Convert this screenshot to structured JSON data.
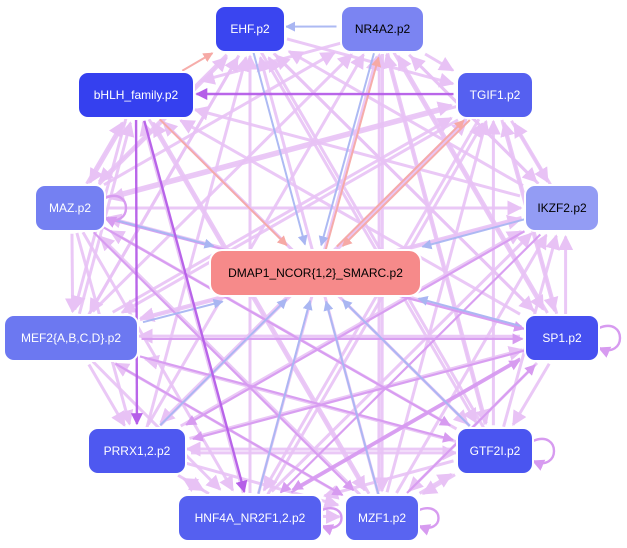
{
  "colors": {
    "edge_light_purple": "#e8c2f5",
    "edge_mid_purple": "#d79bf0",
    "edge_dark_purple": "#b55ee8",
    "edge_blue": "#a9b6f2",
    "edge_salmon": "#f6a9a5",
    "center_fill": "#f68a8a",
    "node_border": "#ffffff"
  },
  "center": {
    "id": "dmap1",
    "label": "DMAP1_NCOR{1,2}_SMARC.p2",
    "color": "#f68a8a"
  },
  "nodes": [
    {
      "id": "ehf",
      "label": "EHF.p2",
      "color": "#3a45f0"
    },
    {
      "id": "nr4a2",
      "label": "NR4A2.p2",
      "color": "#7b84f2"
    },
    {
      "id": "bhlh",
      "label": "bHLH_family.p2",
      "color": "#3540ef"
    },
    {
      "id": "tgif1",
      "label": "TGIF1.p2",
      "color": "#5560f0"
    },
    {
      "id": "maz",
      "label": "MAZ.p2",
      "color": "#7480f2"
    },
    {
      "id": "ikzf2",
      "label": "IKZF2.p2",
      "color": "#939cf4"
    },
    {
      "id": "mef2",
      "label": "MEF2{A,B,C,D}.p2",
      "color": "#6c78f1"
    },
    {
      "id": "sp1",
      "label": "SP1.p2",
      "color": "#4650f0"
    },
    {
      "id": "prrx1",
      "label": "PRRX1,2.p2",
      "color": "#4e58f0"
    },
    {
      "id": "gtf2i",
      "label": "GTF2I.p2",
      "color": "#4a55f0"
    },
    {
      "id": "hnf4a",
      "label": "HNF4A_NR2F1,2.p2",
      "color": "#5560f0"
    },
    {
      "id": "mzf1",
      "label": "MZF1.p2",
      "color": "#5964f1"
    }
  ],
  "edges": [
    {
      "from": "ehf",
      "to": "dmap1",
      "color": "blue"
    },
    {
      "from": "nr4a2",
      "to": "dmap1",
      "color": "blue"
    },
    {
      "from": "bhlh",
      "to": "dmap1",
      "color": "salmon"
    },
    {
      "from": "tgif1",
      "to": "dmap1",
      "color": "salmon"
    },
    {
      "from": "maz",
      "to": "dmap1",
      "color": "blue"
    },
    {
      "from": "ikzf2",
      "to": "dmap1",
      "color": "blue"
    },
    {
      "from": "mef2",
      "to": "dmap1",
      "color": "blue"
    },
    {
      "from": "sp1",
      "to": "dmap1",
      "color": "blue"
    },
    {
      "from": "prrx1",
      "to": "dmap1",
      "color": "blue"
    },
    {
      "from": "gtf2i",
      "to": "dmap1",
      "color": "blue"
    },
    {
      "from": "hnf4a",
      "to": "dmap1",
      "color": "blue"
    },
    {
      "from": "mzf1",
      "to": "dmap1",
      "color": "blue"
    },
    {
      "from": "bhlh",
      "to": "ehf",
      "color": "salmon"
    },
    {
      "from": "nr4a2",
      "to": "ehf",
      "color": "blue"
    },
    {
      "from": "dmap1",
      "to": "nr4a2",
      "color": "salmon"
    },
    {
      "from": "dmap1",
      "to": "tgif1",
      "color": "salmon"
    },
    {
      "from": "tgif1",
      "to": "bhlh",
      "color": "dark"
    },
    {
      "from": "bhlh",
      "to": "prrx1",
      "color": "dark"
    },
    {
      "from": "bhlh",
      "to": "hnf4a",
      "color": "dark"
    },
    {
      "from": "mef2",
      "to": "sp1",
      "color": "mid"
    },
    {
      "from": "sp1",
      "to": "mef2",
      "color": "light"
    },
    {
      "from": "maz",
      "to": "sp1",
      "color": "mid"
    },
    {
      "from": "maz",
      "to": "gtf2i",
      "color": "mid"
    },
    {
      "from": "maz",
      "to": "mzf1",
      "color": "mid"
    },
    {
      "from": "maz",
      "to": "hnf4a",
      "color": "light"
    },
    {
      "from": "maz",
      "to": "prrx1",
      "color": "light"
    },
    {
      "from": "maz",
      "to": "mef2",
      "color": "light"
    },
    {
      "from": "maz",
      "to": "ehf",
      "color": "light"
    },
    {
      "from": "maz",
      "to": "nr4a2",
      "color": "light"
    },
    {
      "from": "maz",
      "to": "tgif1",
      "color": "light"
    },
    {
      "from": "maz",
      "to": "ikzf2",
      "color": "light"
    },
    {
      "from": "maz",
      "to": "bhlh",
      "color": "light"
    },
    {
      "from": "mef2",
      "to": "ehf",
      "color": "light"
    },
    {
      "from": "mef2",
      "to": "nr4a2",
      "color": "light"
    },
    {
      "from": "mef2",
      "to": "tgif1",
      "color": "light"
    },
    {
      "from": "mef2",
      "to": "ikzf2",
      "color": "light"
    },
    {
      "from": "mef2",
      "to": "bhlh",
      "color": "light"
    },
    {
      "from": "mef2",
      "to": "prrx1",
      "color": "light"
    },
    {
      "from": "mef2",
      "to": "gtf2i",
      "color": "mid"
    },
    {
      "from": "mef2",
      "to": "mzf1",
      "color": "mid"
    },
    {
      "from": "mef2",
      "to": "hnf4a",
      "color": "light"
    },
    {
      "from": "sp1",
      "to": "ehf",
      "color": "light"
    },
    {
      "from": "sp1",
      "to": "nr4a2",
      "color": "light"
    },
    {
      "from": "sp1",
      "to": "tgif1",
      "color": "light"
    },
    {
      "from": "sp1",
      "to": "ikzf2",
      "color": "light"
    },
    {
      "from": "sp1",
      "to": "bhlh",
      "color": "light"
    },
    {
      "from": "sp1",
      "to": "maz",
      "color": "light"
    },
    {
      "from": "sp1",
      "to": "prrx1",
      "color": "mid"
    },
    {
      "from": "sp1",
      "to": "hnf4a",
      "color": "mid"
    },
    {
      "from": "sp1",
      "to": "mzf1",
      "color": "light"
    },
    {
      "from": "sp1",
      "to": "gtf2i",
      "color": "light"
    },
    {
      "from": "gtf2i",
      "to": "ehf",
      "color": "light"
    },
    {
      "from": "gtf2i",
      "to": "nr4a2",
      "color": "light"
    },
    {
      "from": "gtf2i",
      "to": "tgif1",
      "color": "light"
    },
    {
      "from": "gtf2i",
      "to": "bhlh",
      "color": "light"
    },
    {
      "from": "gtf2i",
      "to": "maz",
      "color": "light"
    },
    {
      "from": "gtf2i",
      "to": "mef2",
      "color": "light"
    },
    {
      "from": "gtf2i",
      "to": "prrx1",
      "color": "light"
    },
    {
      "from": "gtf2i",
      "to": "hnf4a",
      "color": "light"
    },
    {
      "from": "gtf2i",
      "to": "mzf1",
      "color": "light"
    },
    {
      "from": "gtf2i",
      "to": "ikzf2",
      "color": "light"
    },
    {
      "from": "prrx1",
      "to": "ehf",
      "color": "light"
    },
    {
      "from": "prrx1",
      "to": "nr4a2",
      "color": "light"
    },
    {
      "from": "prrx1",
      "to": "tgif1",
      "color": "light"
    },
    {
      "from": "prrx1",
      "to": "ikzf2",
      "color": "light"
    },
    {
      "from": "prrx1",
      "to": "sp1",
      "color": "light"
    },
    {
      "from": "prrx1",
      "to": "gtf2i",
      "color": "light"
    },
    {
      "from": "prrx1",
      "to": "mzf1",
      "color": "light"
    },
    {
      "from": "prrx1",
      "to": "hnf4a",
      "color": "light"
    },
    {
      "from": "hnf4a",
      "to": "ehf",
      "color": "light"
    },
    {
      "from": "hnf4a",
      "to": "nr4a2",
      "color": "light"
    },
    {
      "from": "hnf4a",
      "to": "tgif1",
      "color": "light"
    },
    {
      "from": "hnf4a",
      "to": "ikzf2",
      "color": "light"
    },
    {
      "from": "hnf4a",
      "to": "sp1",
      "color": "mid"
    },
    {
      "from": "hnf4a",
      "to": "mzf1",
      "color": "light"
    },
    {
      "from": "hnf4a",
      "to": "bhlh",
      "color": "light"
    },
    {
      "from": "hnf4a",
      "to": "prrx1",
      "color": "light"
    },
    {
      "from": "mzf1",
      "to": "ehf",
      "color": "light"
    },
    {
      "from": "mzf1",
      "to": "nr4a2",
      "color": "light"
    },
    {
      "from": "mzf1",
      "to": "tgif1",
      "color": "light"
    },
    {
      "from": "mzf1",
      "to": "ikzf2",
      "color": "light"
    },
    {
      "from": "mzf1",
      "to": "sp1",
      "color": "mid"
    },
    {
      "from": "mzf1",
      "to": "bhlh",
      "color": "light"
    },
    {
      "from": "mzf1",
      "to": "maz",
      "color": "light"
    },
    {
      "from": "mzf1",
      "to": "mef2",
      "color": "light"
    },
    {
      "from": "mzf1",
      "to": "gtf2i",
      "color": "light"
    },
    {
      "from": "ikzf2",
      "to": "ehf",
      "color": "light"
    },
    {
      "from": "ikzf2",
      "to": "nr4a2",
      "color": "light"
    },
    {
      "from": "ikzf2",
      "to": "tgif1",
      "color": "light"
    },
    {
      "from": "ikzf2",
      "to": "bhlh",
      "color": "light"
    },
    {
      "from": "ikzf2",
      "to": "mef2",
      "color": "light"
    },
    {
      "from": "ikzf2",
      "to": "prrx1",
      "color": "mid"
    },
    {
      "from": "ikzf2",
      "to": "hnf4a",
      "color": "mid"
    },
    {
      "from": "ehf",
      "to": "tgif1",
      "color": "light"
    },
    {
      "from": "ehf",
      "to": "maz",
      "color": "light"
    },
    {
      "from": "ehf",
      "to": "mef2",
      "color": "light"
    },
    {
      "from": "ehf",
      "to": "gtf2i",
      "color": "light"
    },
    {
      "from": "ehf",
      "to": "sp1",
      "color": "light"
    },
    {
      "from": "nr4a2",
      "to": "tgif1",
      "color": "light"
    },
    {
      "from": "nr4a2",
      "to": "ikzf2",
      "color": "light"
    },
    {
      "from": "nr4a2",
      "to": "bhlh",
      "color": "light"
    },
    {
      "from": "nr4a2",
      "to": "sp1",
      "color": "light"
    },
    {
      "from": "nr4a2",
      "to": "gtf2i",
      "color": "light"
    },
    {
      "from": "nr4a2",
      "to": "mzf1",
      "color": "light"
    },
    {
      "from": "tgif1",
      "to": "maz",
      "color": "light"
    },
    {
      "from": "tgif1",
      "to": "mef2",
      "color": "light"
    },
    {
      "from": "tgif1",
      "to": "prrx1",
      "color": "light"
    },
    {
      "from": "tgif1",
      "to": "hnf4a",
      "color": "light"
    },
    {
      "from": "tgif1",
      "to": "sp1",
      "color": "light"
    },
    {
      "from": "tgif1",
      "to": "ikzf2",
      "color": "light"
    },
    {
      "from": "bhlh",
      "to": "maz",
      "color": "light"
    },
    {
      "from": "bhlh",
      "to": "mef2",
      "color": "light"
    },
    {
      "from": "bhlh",
      "to": "mzf1",
      "color": "light"
    },
    {
      "from": "bhlh",
      "to": "gtf2i",
      "color": "light"
    }
  ],
  "self_loops": [
    "maz",
    "sp1",
    "gtf2i",
    "hnf4a",
    "mzf1"
  ]
}
